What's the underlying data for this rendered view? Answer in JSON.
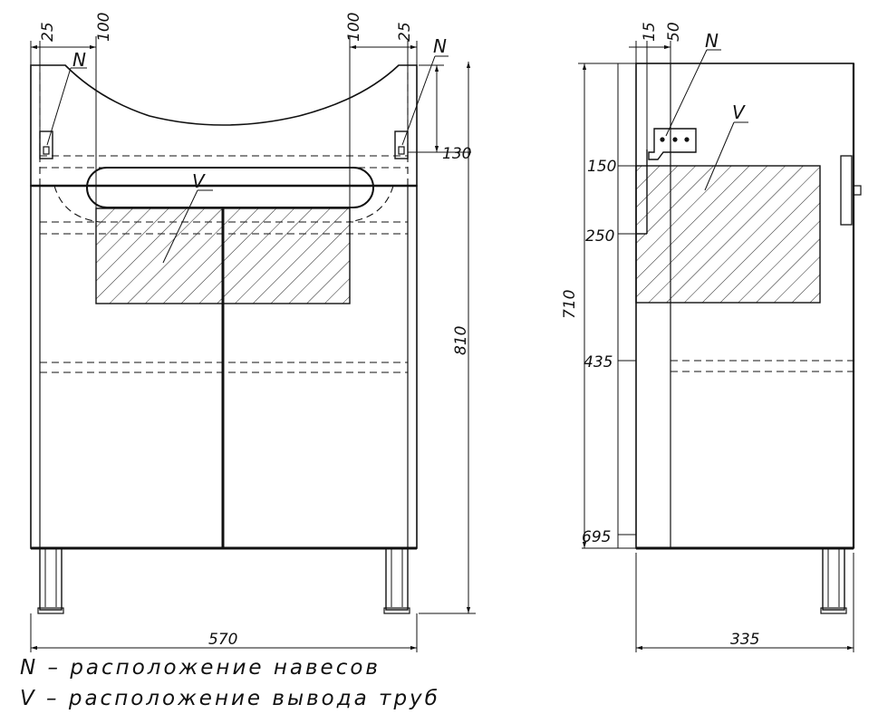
{
  "front_view": {
    "dims": {
      "left_offset": "25",
      "left_width": "100",
      "right_width": "100",
      "right_offset": "25",
      "hinge_height": "130",
      "total_height": "810",
      "total_width": "570"
    },
    "labels": {
      "hinge": "N",
      "pipes": "V"
    }
  },
  "side_view": {
    "dims": {
      "top_a": "15",
      "top_b": "50",
      "height": "710",
      "level_1": "150",
      "level_2": "250",
      "level_3": "435",
      "level_4": "695",
      "depth": "335"
    },
    "labels": {
      "hinge": "N",
      "pipes": "V"
    }
  },
  "legend": [
    {
      "key": "N",
      "text": "N  –  расположение навесов"
    },
    {
      "key": "V",
      "text": "V  –  расположение вывода труб"
    }
  ]
}
